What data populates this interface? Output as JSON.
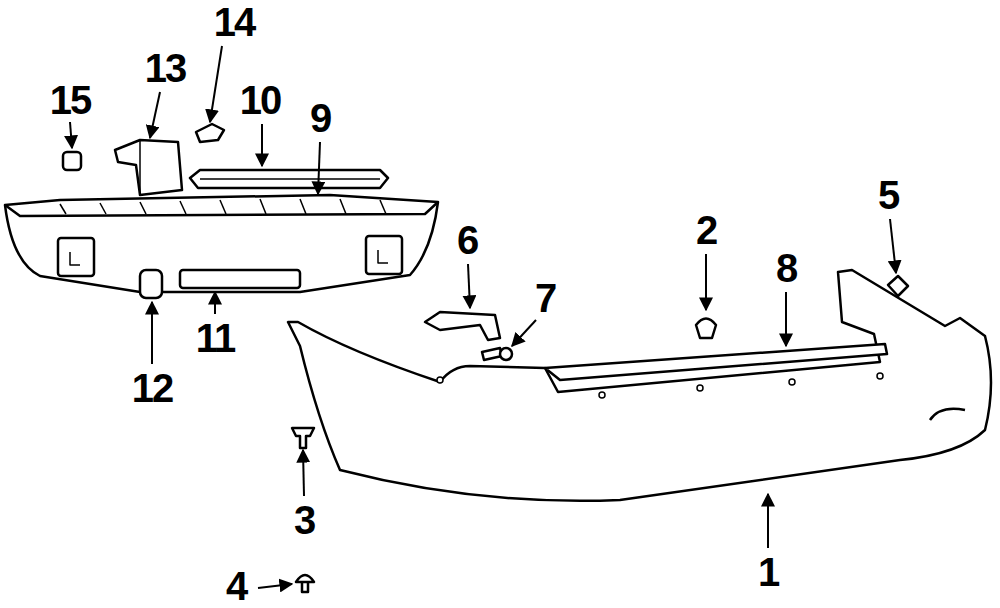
{
  "diagram": {
    "labels": [
      "15",
      "14",
      "13",
      "10",
      "9",
      "12",
      "11",
      "6",
      "2",
      "8",
      "5",
      "7",
      "3",
      "4",
      "1"
    ]
  }
}
